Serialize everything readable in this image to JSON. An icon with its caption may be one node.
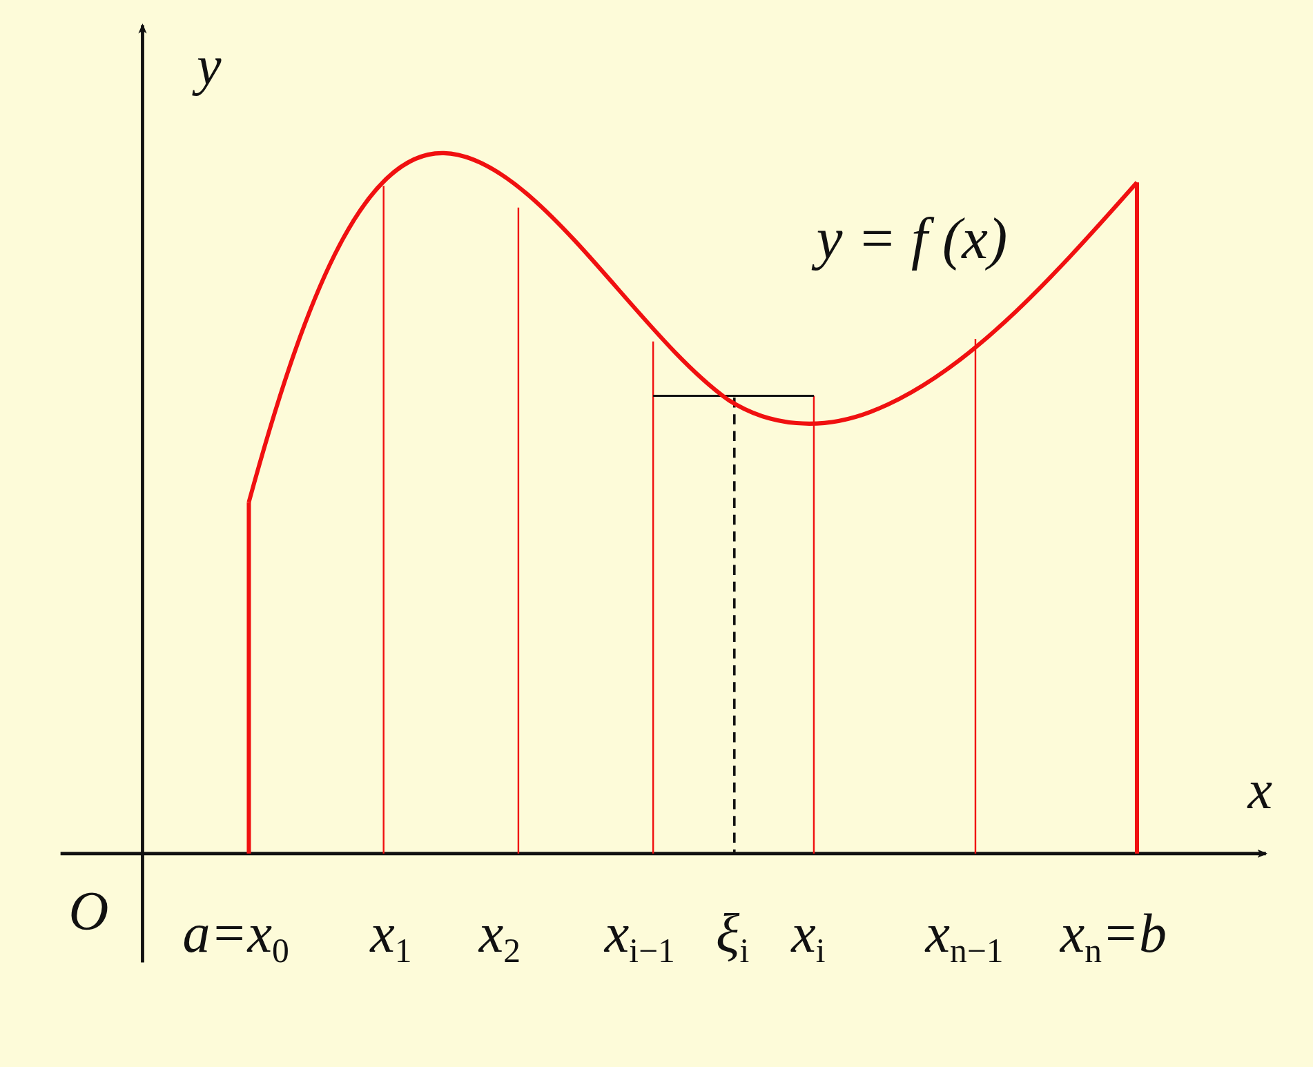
{
  "diagram": {
    "labels": [
      "y",
      "y = f (x)",
      "x",
      "O",
      "a=x$_{0}$",
      "x$_{1}$",
      "x$_{2}$",
      "x$_{i−1}$",
      "ξ$_{i}$",
      "x$_{i}$",
      "x$_{n−1}$",
      "x$_{n}$=b"
    ]
  }
}
